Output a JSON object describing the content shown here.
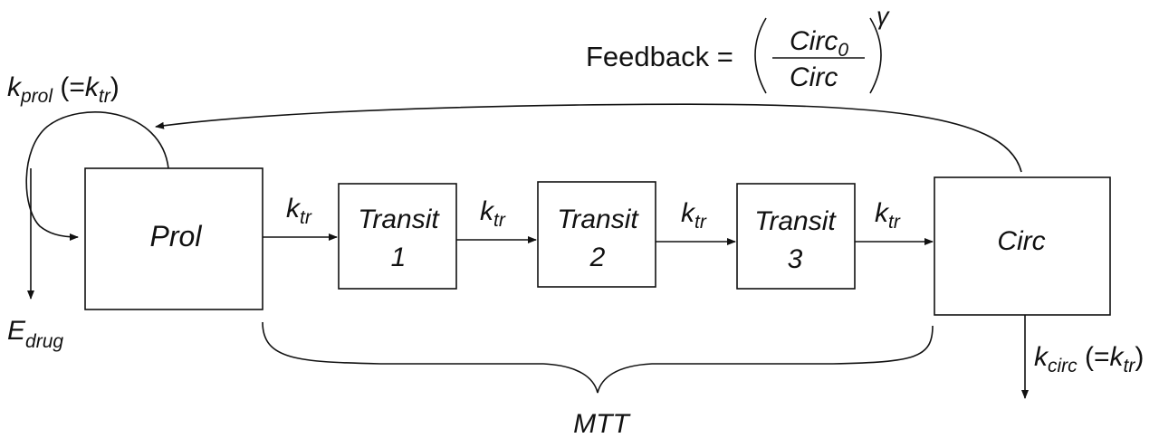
{
  "nodes": {
    "prol": {
      "label": "Prol"
    },
    "transit1": {
      "line1": "Transit",
      "line2": "1"
    },
    "transit2": {
      "line1": "Transit",
      "line2": "2"
    },
    "transit3": {
      "line1": "Transit",
      "line2": "3"
    },
    "circ": {
      "label": "Circ"
    }
  },
  "rates": {
    "k_symbol": "k",
    "tr_subscript": "tr",
    "prol_subscript": "prol",
    "circ_subscript": "circ",
    "equals_open": " (=",
    "close_paren": ")"
  },
  "effect": {
    "symbol": "E",
    "subscript": "drug"
  },
  "feedback": {
    "label": "Feedback =",
    "numerator": "Circ",
    "numerator_subscript": "0",
    "denominator": "Circ",
    "exponent": "γ"
  },
  "mtt": {
    "label": "MTT"
  }
}
